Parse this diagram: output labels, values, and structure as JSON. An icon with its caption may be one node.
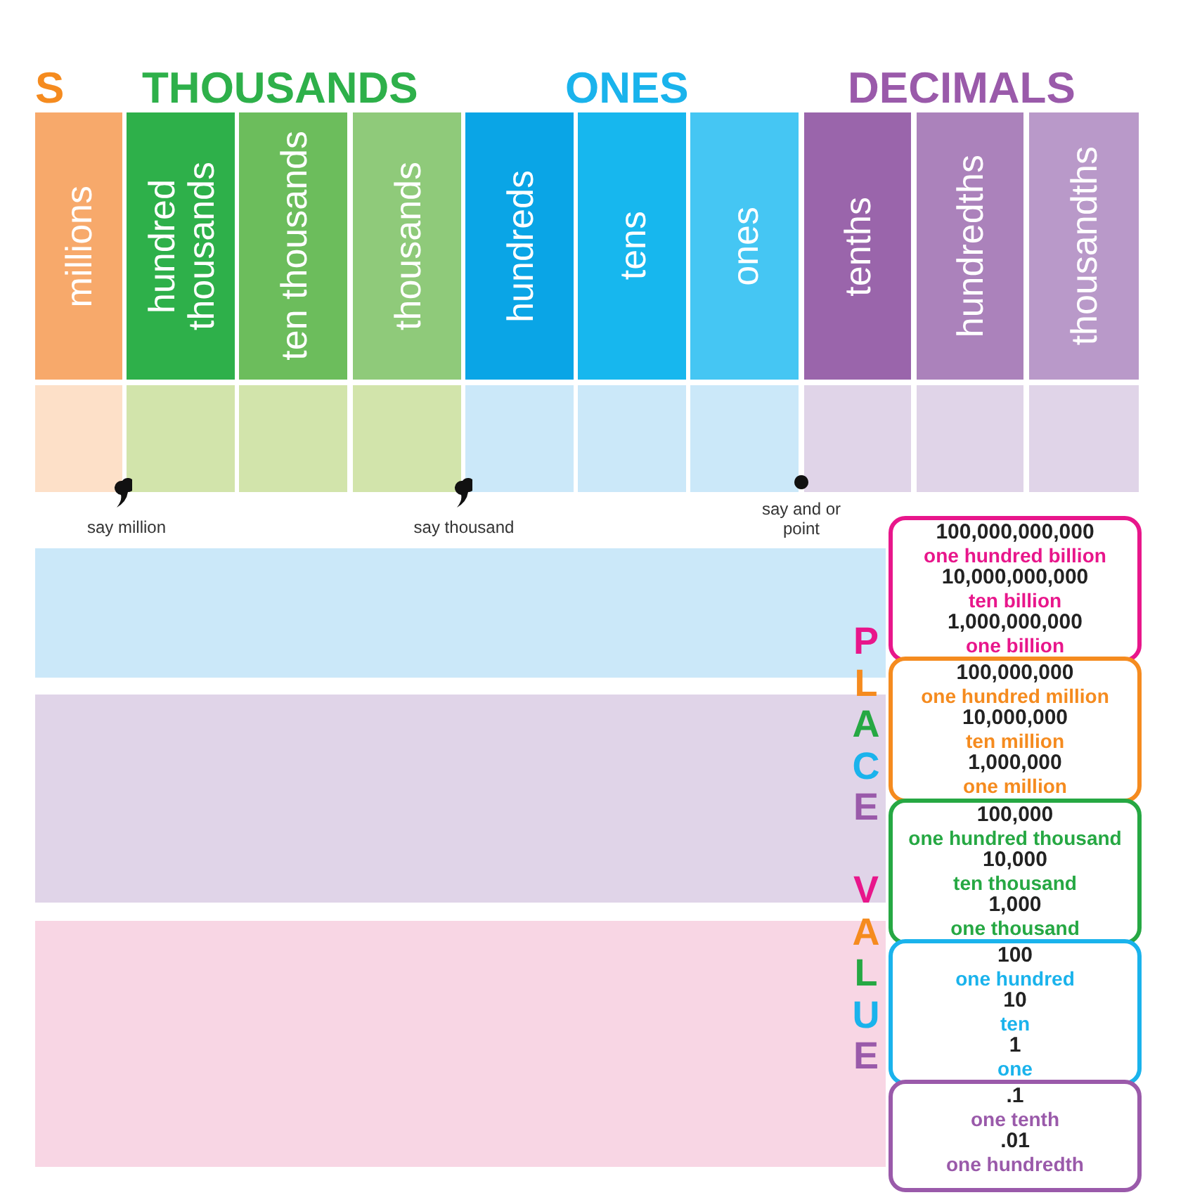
{
  "diagram": {
    "nodes": [
      {
        "text": [
          "millions"
        ]
      },
      {
        "text": [
          "hundred thousands"
        ]
      },
      {
        "text": [
          "ten thousands"
        ]
      },
      {
        "text": [
          "thousands"
        ]
      },
      {
        "text": [
          "hundreds"
        ]
      },
      {
        "text": [
          "tens"
        ]
      },
      {
        "text": [
          "ones"
        ]
      },
      {
        "text": [
          "tenths"
        ]
      },
      {
        "text": [
          "hundredths"
        ]
      },
      {
        "text": [
          "thousandths"
        ]
      },
      {
        "text": [],
        "shape": "box"
      },
      {
        "text": [],
        "shape": "box"
      },
      {
        "text": [],
        "shape": "box"
      },
      {
        "text": [],
        "shape": "box"
      },
      {
        "text": [],
        "shape": "box"
      },
      {
        "text": [],
        "shape": "box"
      },
      {
        "text": [],
        "shape": "box"
      },
      {
        "text": [],
        "shape": "box"
      },
      {
        "text": [],
        "shape": "box"
      },
      {
        "text": [],
        "shape": "box"
      },
      {
        "text": [],
        "shape": "bar"
      },
      {
        "text": [],
        "shape": "bar"
      },
      {
        "text": [],
        "shape": "bar"
      },
      {
        "text": [
          "100,000,000,000",
          "one hundred billion",
          "10,000,000,000",
          "ten billion",
          "1,000,000,000",
          "one billion"
        ]
      },
      {
        "text": [
          "100,000,000",
          "one hundred million",
          "10,000,000",
          "ten million",
          "1,000,000",
          "one million"
        ]
      },
      {
        "text": [
          "100,000",
          "one hundred thousand",
          "10,000",
          "ten thousand",
          "1,000",
          "one thousand"
        ]
      },
      {
        "text": [
          "100",
          "one hundred",
          "10",
          "ten",
          "1",
          "one"
        ]
      },
      {
        "text": [
          ".1",
          "one tenth",
          ".01",
          "one hundredth"
        ]
      }
    ],
    "labels": [
      "S",
      "THOUSANDS",
      "ONES",
      "DECIMALS",
      "say million",
      "say thousand",
      "say and or point",
      "PLACE VALUE"
    ]
  }
}
